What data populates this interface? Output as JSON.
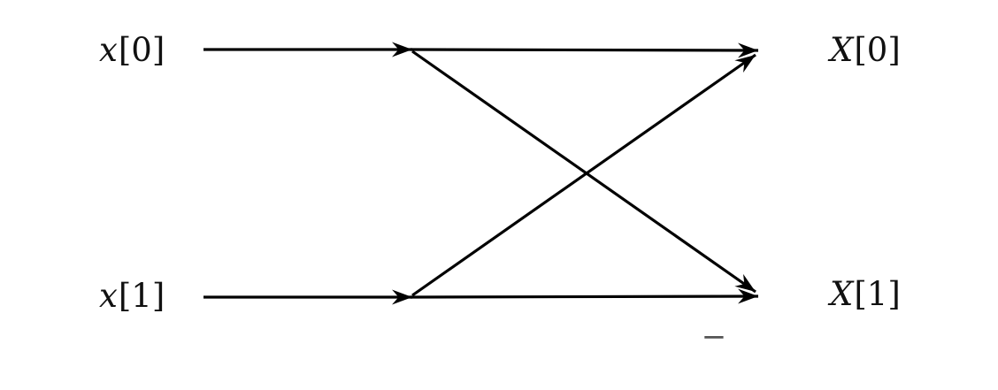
{
  "figure": {
    "background": "#ffffff",
    "line_color": "#000000",
    "inputs": [
      {
        "var": "x",
        "index": "[0]"
      },
      {
        "var": "x",
        "index": "[1]"
      }
    ],
    "outputs": [
      {
        "var": "X",
        "index": "[0]"
      },
      {
        "var": "X",
        "index": "[1]"
      }
    ],
    "minus": {
      "text": "−",
      "color": "#555555"
    }
  }
}
